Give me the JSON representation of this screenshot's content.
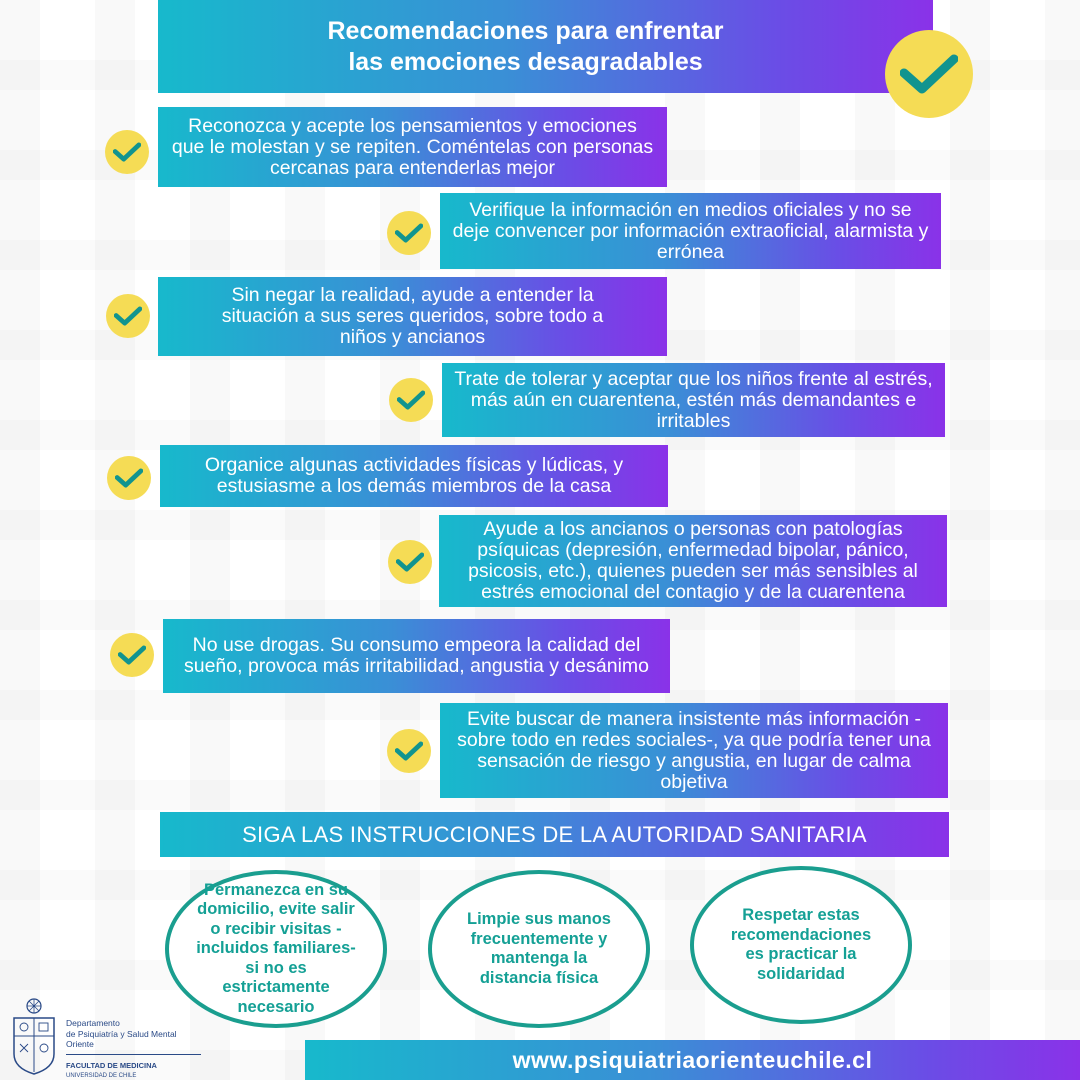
{
  "header": {
    "title_line1": "Recomendaciones para enfrentar",
    "title_line2": "las emociones desagradables"
  },
  "recommendations": [
    "Reconozca y acepte los pensamientos y emociones que le molestan y se repiten. Coméntelas con personas cercanas para entenderlas mejor",
    "Verifique la información en medios oficiales y no se deje convencer por información extraoficial, alarmista y errónea",
    "Sin negar la realidad, ayude a entender la situación a sus seres queridos, sobre todo a niños y ancianos",
    "Trate de tolerar y aceptar que los niños frente al estrés, más aún en cuarentena,  estén más demandantes e irritables",
    "Organice algunas actividades físicas y lúdicas, y estusiasme a los demás miembros de la casa",
    "Ayude a los ancianos o personas con patologías psíquicas (depresión, enfermedad bipolar, pánico, psicosis, etc.), quienes pueden ser más sensibles al estrés emocional  del contagio y de la cuarentena",
    "No use drogas. Su consumo empeora la calidad del sueño, provoca más irritabilidad, angustia y desánimo",
    "Evite buscar de manera insistente más información -sobre todo en redes sociales-, ya que podría tener una sensación de riesgo y angustia, en lugar de calma objetiva"
  ],
  "banner": "SIGA LAS INSTRUCCIONES DE LA AUTORIDAD SANITARIA",
  "ovals": [
    "Permanezca en su domicilio, evite salir o recibir visitas -incluidos familiares- si no es estrictamente necesario",
    "Limpie sus manos frecuentemente y mantenga la distancia física",
    "Respetar estas recomendaciones es practicar la solidaridad"
  ],
  "logo": {
    "line1": "Departamento",
    "line2": "de Psiquiatría y Salud Mental Oriente",
    "line3": "FACULTAD DE MEDICINA",
    "line4": "UNIVERSIDAD DE CHILE"
  },
  "footer": "www.psiquiatriaorienteuchile.cl",
  "colors": {
    "gradient_start": "#17b9cc",
    "gradient_end": "#8a32e8",
    "check_yellow": "#f5dc55",
    "check_teal": "#11948f",
    "oval_teal": "#1a9e8f"
  },
  "icons": [
    "check-icon",
    "university-seal-icon"
  ]
}
